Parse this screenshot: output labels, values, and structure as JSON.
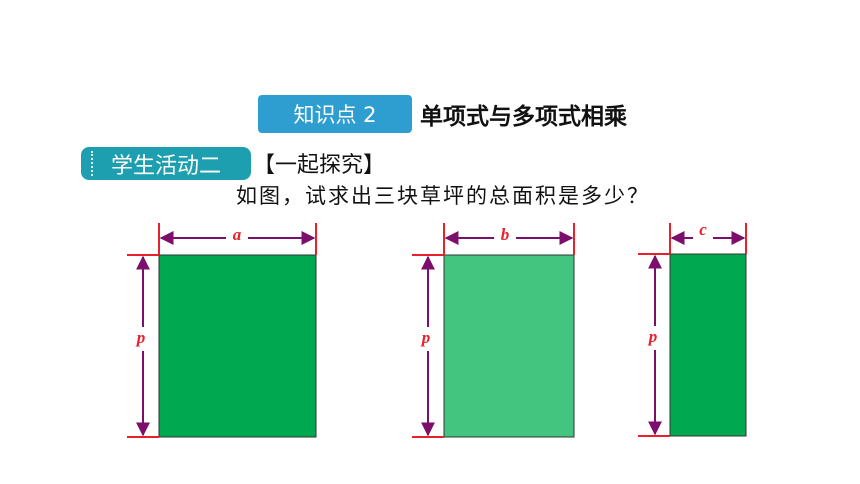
{
  "knowledge_point": {
    "badge": "知识点 2",
    "title": "单项式与多项式相乘"
  },
  "activity": {
    "badge": "学生活动二",
    "label": "【一起探究】"
  },
  "question": "如图，试求出三块草坪的总面积是多少？",
  "lawns": [
    {
      "width_label": "a",
      "height_label": "p",
      "color": "#00a94f"
    },
    {
      "width_label": "b",
      "height_label": "p",
      "color": "#43c47f"
    },
    {
      "width_label": "c",
      "height_label": "p",
      "color": "#00a94f"
    }
  ],
  "colors": {
    "dimension_line": "#7b0f6b",
    "tick": "#e8202a",
    "label": "#e8202a"
  }
}
